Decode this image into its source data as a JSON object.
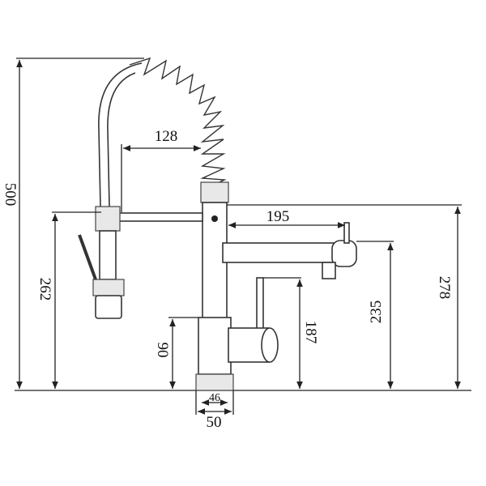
{
  "dimensions": {
    "total_height": "500",
    "spray_holder_height": "262",
    "base_height": "90",
    "handle_spout_height": "187",
    "spout_height": "235",
    "top_spout_height": "278",
    "spray_reach": "128",
    "spout_reach": "195",
    "inner_base_diameter": "46",
    "outer_base_diameter": "50"
  },
  "colors": {
    "line": "#222222",
    "background": "#ffffff"
  }
}
